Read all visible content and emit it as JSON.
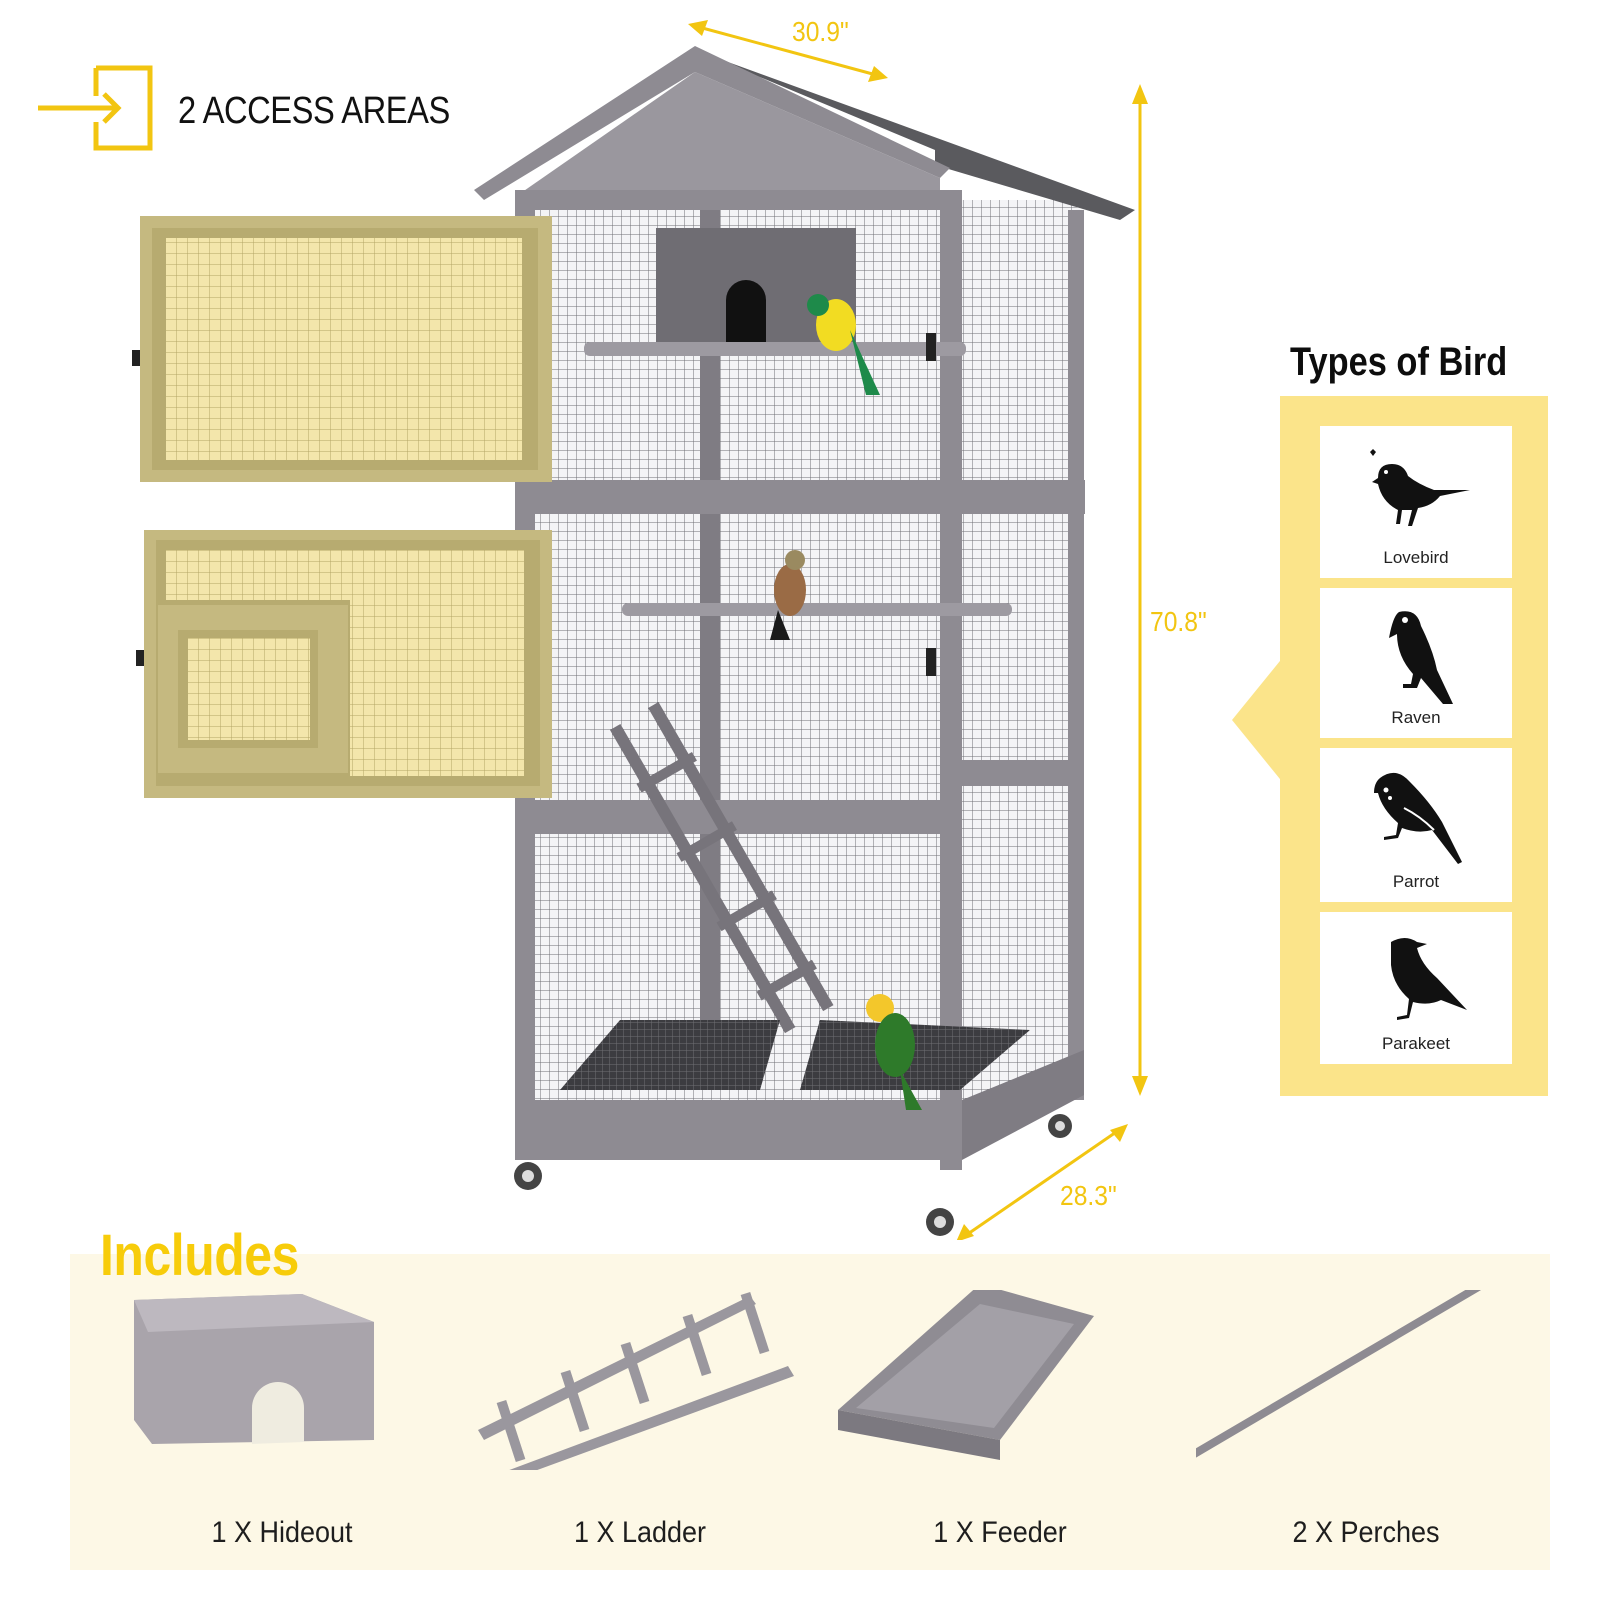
{
  "header": {
    "access_label": "2 ACCESS AREAS",
    "access_icon": "enter-door-icon"
  },
  "dimensions": {
    "width": "30.9\"",
    "height": "70.8\"",
    "depth": "28.3\""
  },
  "types_of_bird": {
    "title": "Types of Bird",
    "birds": [
      {
        "name": "Lovebird",
        "icon": "lovebird-icon"
      },
      {
        "name": "Raven",
        "icon": "raven-icon"
      },
      {
        "name": "Parrot",
        "icon": "parrot-icon"
      },
      {
        "name": "Parakeet",
        "icon": "parakeet-icon"
      }
    ]
  },
  "includes": {
    "title": "Includes",
    "items": [
      {
        "label": "1 X Hideout"
      },
      {
        "label": "1 X Ladder"
      },
      {
        "label": "1 X Feeder"
      },
      {
        "label": "2 X Perches"
      }
    ]
  },
  "colors": {
    "accent_yellow": "#f2c511",
    "panel_yellow": "#fbe48a",
    "includes_bg": "#fdf8e6",
    "cage_gray": "#8e8b92",
    "door_tan": "#c9bd82"
  }
}
